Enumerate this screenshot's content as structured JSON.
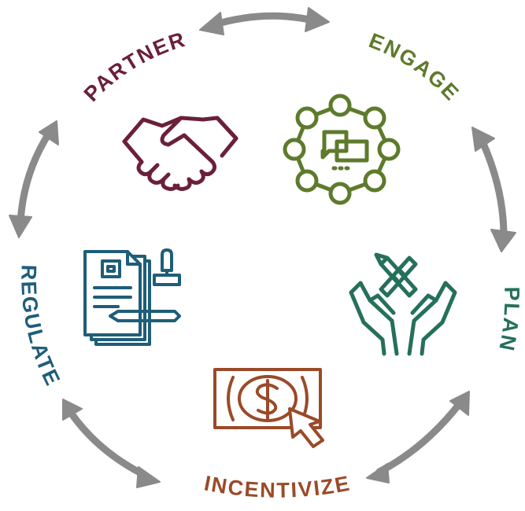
{
  "stages": [
    {
      "id": "partner",
      "label": "PARTNER",
      "color": "#6b2038",
      "icon": "handshake-icon"
    },
    {
      "id": "engage",
      "label": "ENGAGE",
      "color": "#5e7a2c",
      "icon": "network-chat-icon"
    },
    {
      "id": "plan",
      "label": "PLAN",
      "color": "#25705a",
      "icon": "hands-ruler-pencil-icon"
    },
    {
      "id": "incentivize",
      "label": "INCENTIVIZE",
      "color": "#9a4a28",
      "icon": "dollar-bill-cursor-icon"
    },
    {
      "id": "regulate",
      "label": "REGULATE",
      "color": "#1e5e78",
      "icon": "document-stamp-icon"
    }
  ],
  "arrow_color": "#8a8a8a"
}
